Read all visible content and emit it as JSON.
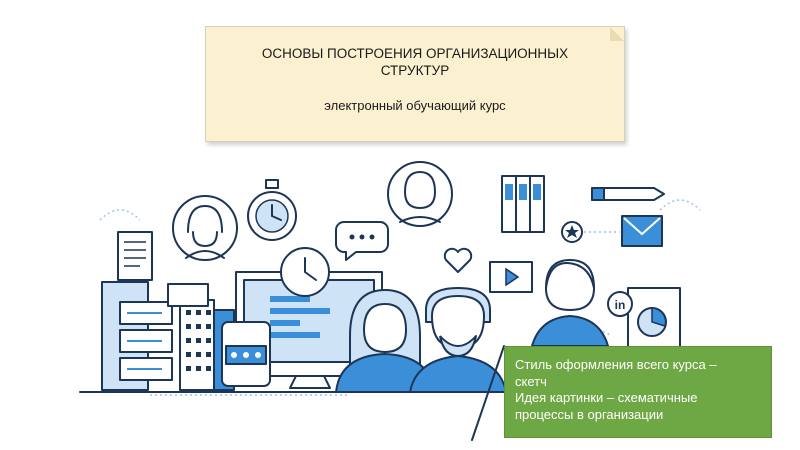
{
  "title_card": {
    "heading": "ОСНОВЫ ПОСТРОЕНИЯ ОРГАНИЗАЦИОННЫХ СТРУКТУР",
    "subtitle": "электронный обучающий курс"
  },
  "note": {
    "lines": [
      "Стиль оформления всего курса –",
      "скетч",
      "Идея картинки – схематичные",
      "процессы в организации"
    ]
  },
  "illustration": {
    "badge_text": "in",
    "icons": [
      "stopwatch-icon",
      "clock-icon",
      "chat-icon",
      "heart-icon",
      "video-play-icon",
      "star-icon",
      "envelope-icon",
      "pencil-icon",
      "binders-icon",
      "pie-chart-icon",
      "linkedin-icon"
    ]
  },
  "colors": {
    "title_card_bg": "#fbf0cf",
    "note_bg": "#6ea844",
    "line": "#1d3557",
    "accent_blue": "#3b8fd9",
    "light_blue": "#cfe3f6"
  }
}
